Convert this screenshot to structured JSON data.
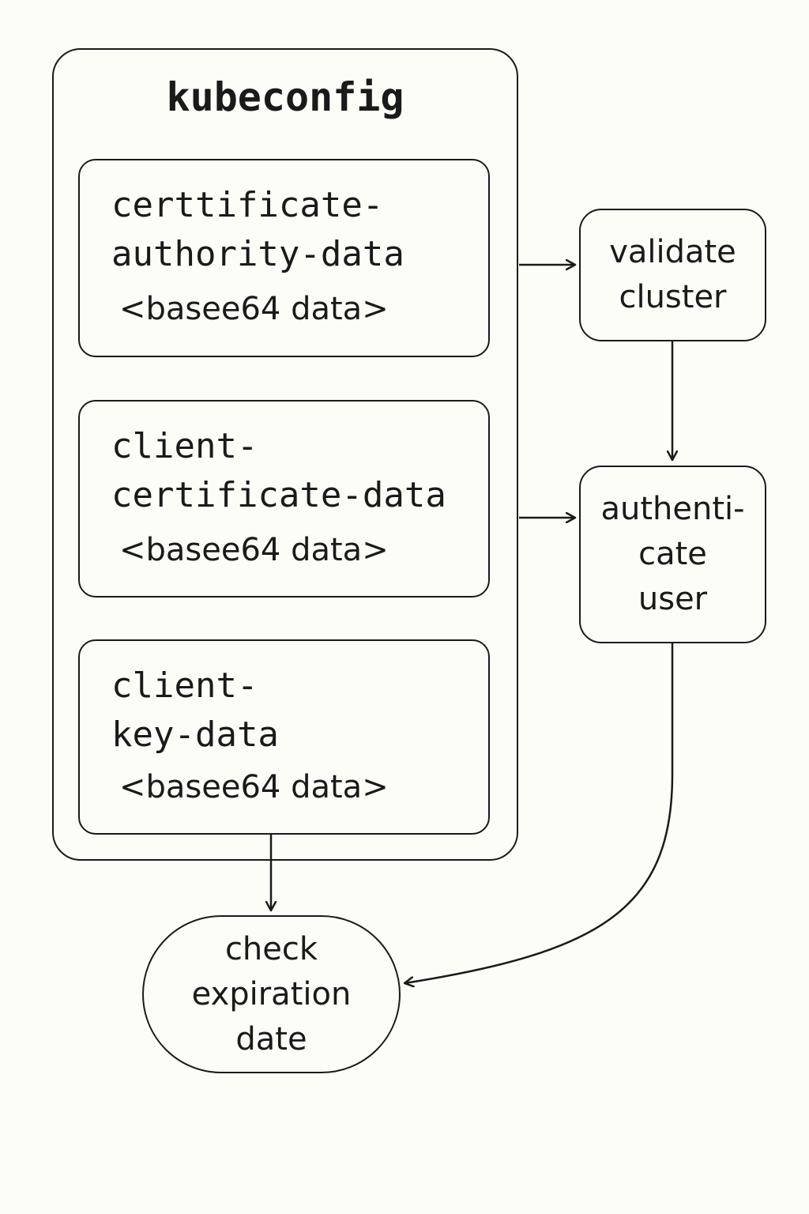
{
  "diagram": {
    "container": {
      "title": "kubeconfig",
      "fields": [
        {
          "key": "certtificate-\nauthority-data",
          "value": "<basee64 data>"
        },
        {
          "key": "client-\ncertificate-data",
          "value": "<basee64 data>"
        },
        {
          "key": "client-\nkey-data",
          "value": "<basee64 data>"
        }
      ]
    },
    "steps": {
      "validate": "validate\ncluster",
      "authenticate": "authenti-\ncate\nuser",
      "expiration": "check\nexpiration\ndate"
    },
    "edges": [
      {
        "from": "certtificate-authority-data",
        "to": "validate cluster"
      },
      {
        "from": "client-certificate-data",
        "to": "authenticate user"
      },
      {
        "from": "validate cluster",
        "to": "authenticate user"
      },
      {
        "from": "client-key-data",
        "to": "check expiration date"
      },
      {
        "from": "authenticate user",
        "to": "check expiration date"
      }
    ]
  }
}
